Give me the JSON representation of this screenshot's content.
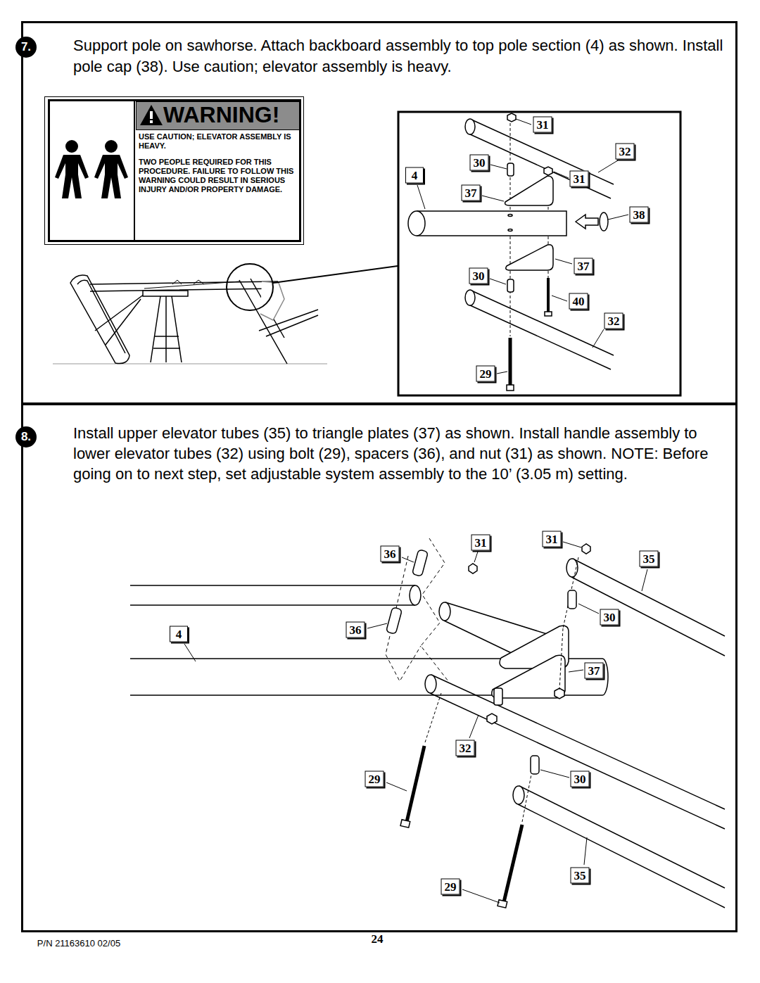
{
  "diagram": {
    "nodes": [
      {
        "text": [
          "Support pole on sawhorse. Attach backboard assembly to top pole section (4) as shown. Install pole cap (38). Use caution; elevator assembly is heavy."
        ]
      },
      {
        "text": [
          "7."
        ],
        "in": 0
      },
      {
        "text": [
          "USE CAUTION; ELEVATOR ASSEMBLY IS HEAVY.",
          "TWO PEOPLE REQUIRED FOR THIS PROCEDURE. FAILURE TO FOLLOW THIS WARNING COULD RESULT IN SERIOUS INJURY AND/OR PROPERTY DAMAGE."
        ],
        "in": 0
      },
      {
        "text": [
          "WARNING!"
        ],
        "in": 2
      },
      {
        "text": [
          "Install upper elevator tubes (35) to triangle plates (37) as shown. Install handle assembly to lower elevator tubes (32) using bolt (29), spacers (36), and nut (31) as shown. NOTE: Before going on to next step, set adjustable system assembly to the 10’ (3.05 m) setting."
        ]
      },
      {
        "text": [
          "8."
        ],
        "in": 4
      }
    ],
    "labels": [
      "31",
      "32",
      "30",
      "4",
      "31",
      "37",
      "38",
      "37",
      "30",
      "40",
      "32",
      "29",
      "36",
      "31",
      "31",
      "35",
      "30",
      "4",
      "36",
      "37",
      "32",
      "29",
      "30",
      "35",
      "29",
      "P/N 21163610 02/05",
      "24"
    ]
  }
}
